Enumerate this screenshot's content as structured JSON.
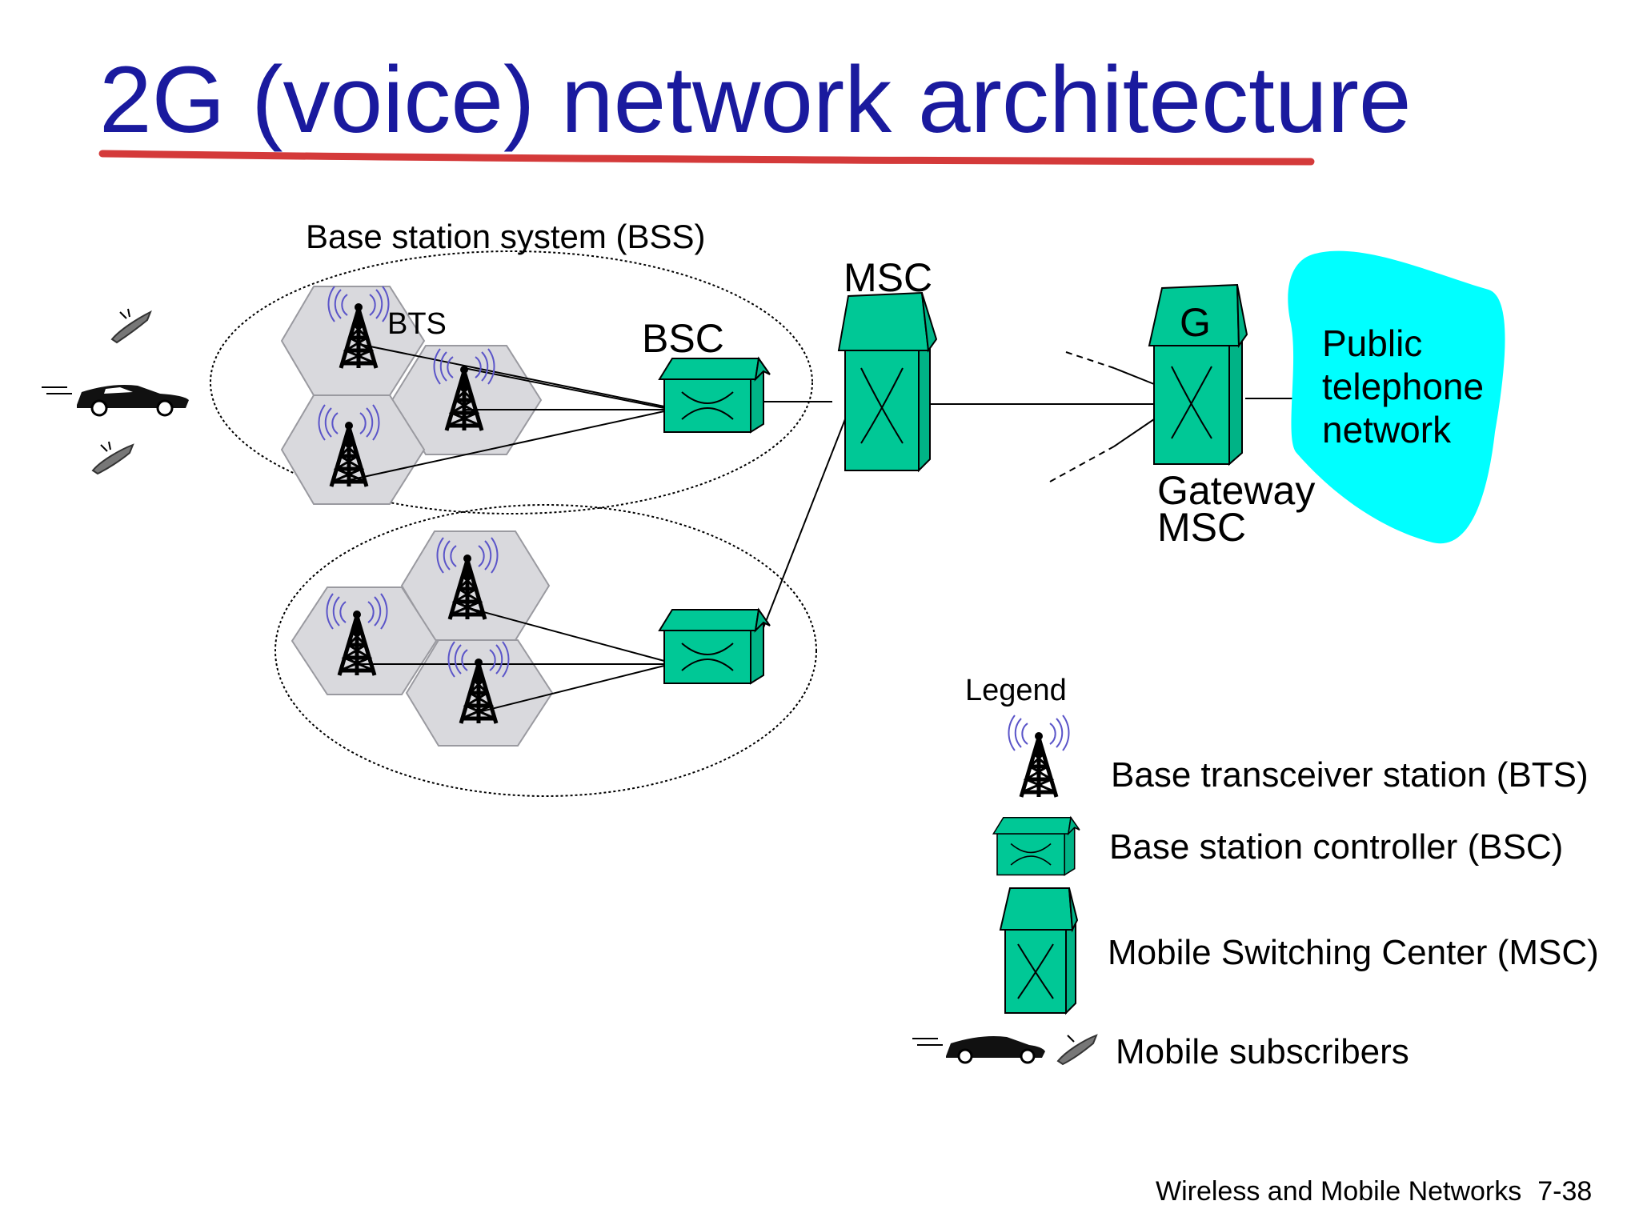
{
  "title": "2G (voice) network architecture",
  "labels": {
    "bss": "Base station system (BSS)",
    "bts": "BTS",
    "bsc": "BSC",
    "msc": "MSC",
    "g": "G",
    "gateway_line1": "Gateway",
    "gateway_line2": "MSC",
    "pstn_line1": "Public",
    "pstn_line2": "telephone",
    "pstn_line3": "network"
  },
  "legend": {
    "heading": "Legend",
    "items": [
      {
        "icon": "bts-tower-icon",
        "text": "Base transceiver station (BTS)"
      },
      {
        "icon": "bsc-box-icon",
        "text": "Base station controller (BSC)"
      },
      {
        "icon": "msc-box-icon",
        "text": "Mobile Switching Center (MSC)"
      },
      {
        "icon": "mobile-subscriber-icon",
        "text": "Mobile subscribers"
      }
    ]
  },
  "footer": {
    "course": "Wireless and Mobile Networks",
    "page": "7-38"
  },
  "colors": {
    "title": "#1a1a9e",
    "underline": "#d43a3a",
    "box_fill": "#00c896",
    "cell_fill": "#d9d9dd",
    "pstn_cloud": "#00ffff",
    "signal": "#5b55c9"
  }
}
